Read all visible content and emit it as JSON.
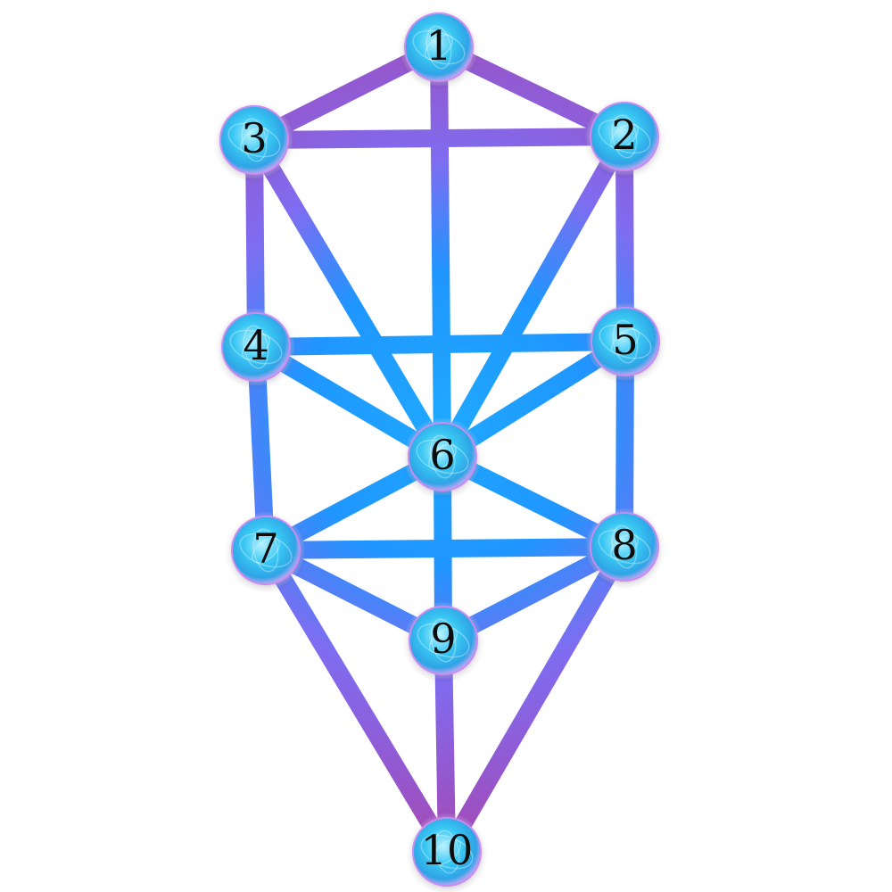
{
  "diagram": {
    "type": "tree-of-life-graph",
    "colors": {
      "background": "#ffffff",
      "path_outer": "#a24bb8",
      "path_mid": "#7f6cf0",
      "path_inner": "#1f96ff",
      "node_core": "#39c7f3",
      "node_glow": "#d9a6f5",
      "label": "#111111"
    },
    "nodes": [
      {
        "id": "1",
        "label": "1"
      },
      {
        "id": "2",
        "label": "2"
      },
      {
        "id": "3",
        "label": "3"
      },
      {
        "id": "4",
        "label": "4"
      },
      {
        "id": "5",
        "label": "5"
      },
      {
        "id": "6",
        "label": "6"
      },
      {
        "id": "7",
        "label": "7"
      },
      {
        "id": "8",
        "label": "8"
      },
      {
        "id": "9",
        "label": "9"
      },
      {
        "id": "10",
        "label": "10"
      }
    ],
    "edges": [
      [
        "1",
        "2"
      ],
      [
        "1",
        "3"
      ],
      [
        "1",
        "6"
      ],
      [
        "2",
        "3"
      ],
      [
        "2",
        "5"
      ],
      [
        "2",
        "6"
      ],
      [
        "3",
        "4"
      ],
      [
        "3",
        "6"
      ],
      [
        "4",
        "5"
      ],
      [
        "4",
        "6"
      ],
      [
        "4",
        "7"
      ],
      [
        "5",
        "6"
      ],
      [
        "5",
        "8"
      ],
      [
        "6",
        "7"
      ],
      [
        "6",
        "8"
      ],
      [
        "6",
        "9"
      ],
      [
        "7",
        "8"
      ],
      [
        "7",
        "9"
      ],
      [
        "7",
        "10"
      ],
      [
        "8",
        "9"
      ],
      [
        "8",
        "10"
      ],
      [
        "9",
        "10"
      ]
    ]
  }
}
